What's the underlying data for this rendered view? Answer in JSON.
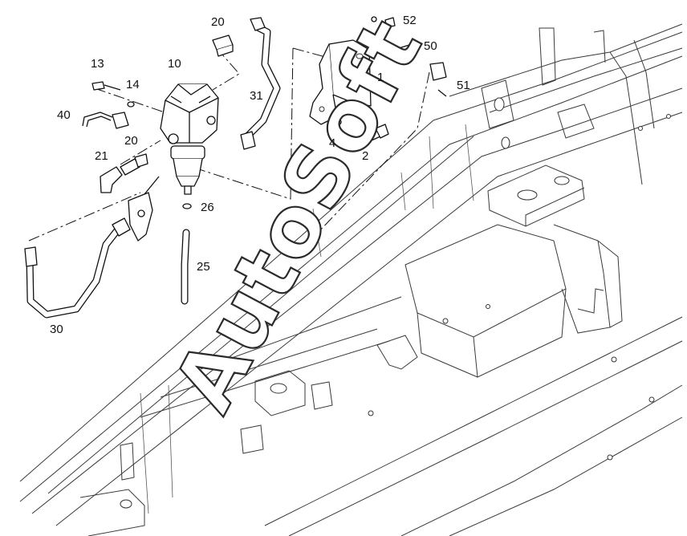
{
  "watermark": "AutoSoft",
  "callouts": {
    "c20a": "20",
    "c52": "52",
    "c50": "50",
    "c13": "13",
    "c10": "10",
    "c1": "1",
    "c14": "14",
    "c51": "51",
    "c31": "31",
    "c40": "40",
    "c20b": "20",
    "c4": "4",
    "c2": "2",
    "c21": "21",
    "c26": "26",
    "c25": "25",
    "c30": "30"
  },
  "colors": {
    "line": "#111111",
    "background": "#ffffff"
  }
}
